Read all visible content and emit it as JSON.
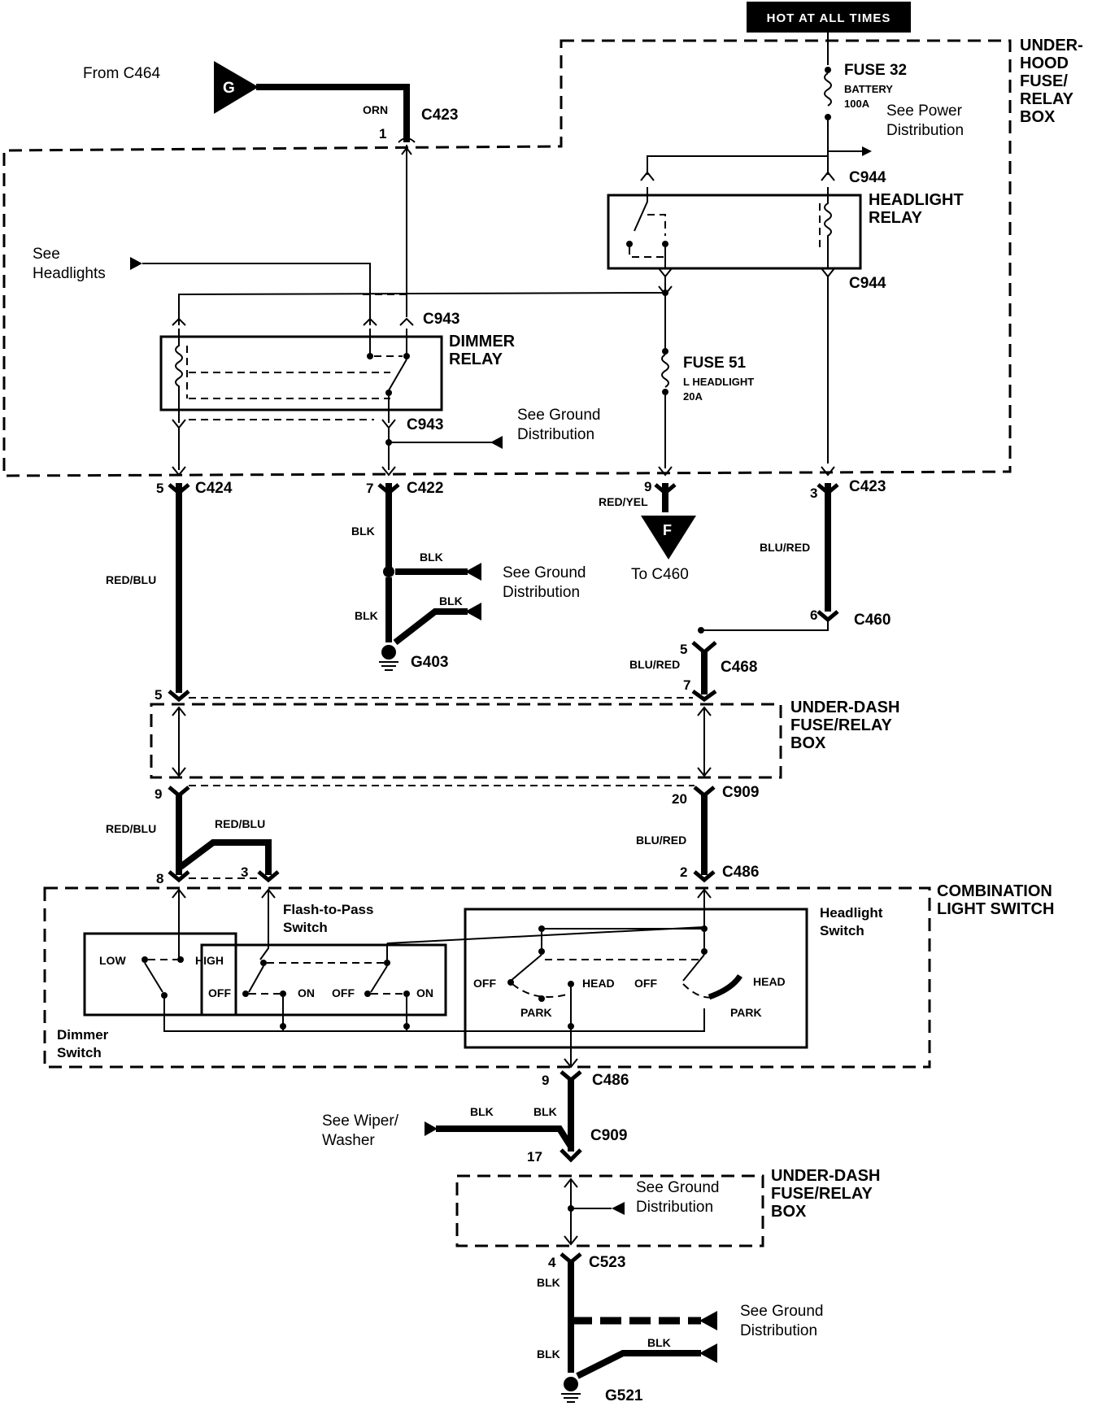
{
  "hot_label": "HOT AT ALL TIMES",
  "from_c464": "From C464",
  "connector_g": "G",
  "connector_f": "F",
  "to_c460": "To C460",
  "see_headlights": [
    "See",
    "Headlights"
  ],
  "see_power": [
    "See Power",
    "Distribution"
  ],
  "see_ground_1": [
    "See Ground",
    "Distribution"
  ],
  "see_ground_2": [
    "See Ground",
    "Distribution"
  ],
  "see_ground_3": [
    "See Ground",
    "Distribution"
  ],
  "see_ground_4": [
    "See Ground",
    "Distribution"
  ],
  "see_wiper": [
    "See Wiper/",
    "Washer"
  ],
  "boxes": {
    "underhood": [
      "UNDER-",
      "HOOD",
      "FUSE/",
      "RELAY",
      "BOX"
    ],
    "underdash1": [
      "UNDER-DASH",
      "FUSE/RELAY",
      "BOX"
    ],
    "underdash2": [
      "UNDER-DASH",
      "FUSE/RELAY",
      "BOX"
    ],
    "combination": [
      "COMBINATION",
      "LIGHT SWITCH"
    ]
  },
  "fuse32": {
    "name": "FUSE 32",
    "sub1": "BATTERY",
    "sub2": "100A"
  },
  "fuse51": {
    "name": "FUSE 51",
    "sub1": "L HEADLIGHT",
    "sub2": "20A"
  },
  "headlight_relay": [
    "HEADLIGHT",
    "RELAY"
  ],
  "dimmer_relay": [
    "DIMMER",
    "RELAY"
  ],
  "connectors": {
    "c423_top": "C423",
    "c944_top": "C944",
    "c944_bot": "C944",
    "c943_top": "C943",
    "c943_bot": "C943",
    "c424": "C424",
    "c422": "C422",
    "c423_right": "C423",
    "c460": "C460",
    "c468": "C468",
    "c909_top": "C909",
    "c486_top": "C486",
    "c486_bot": "C486",
    "c909_bot": "C909",
    "c523": "C523",
    "g403": "G403",
    "g521": "G521"
  },
  "pins": {
    "p1": "1",
    "p5a": "5",
    "p7": "7",
    "p9a": "9",
    "p3a": "3",
    "p6": "6",
    "p5b": "5",
    "p7b": "7",
    "p5c": "5",
    "p9b": "9",
    "p20": "20",
    "p8": "8",
    "p3b": "3",
    "p2": "2",
    "p9c": "9",
    "p17": "17",
    "p4": "4"
  },
  "wires": {
    "orn": "ORN",
    "red_blu_1": "RED/BLU",
    "blk_1": "BLK",
    "blk_2": "BLK",
    "blk_3": "BLK",
    "blk_4": "BLK",
    "red_yel": "RED/YEL",
    "blu_red_1": "BLU/RED",
    "blu_red_2": "BLU/RED",
    "red_blu_2": "RED/BLU",
    "red_blu_3": "RED/BLU",
    "blu_red_3": "BLU/RED",
    "blk_5": "BLK",
    "blk_6": "BLK",
    "blk_7": "BLK",
    "blk_8": "BLK",
    "blk_9": "BLK"
  },
  "switches": {
    "dimmer_title": [
      "Dimmer",
      "Switch"
    ],
    "low": "LOW",
    "high": "HIGH",
    "ftp_title": [
      "Flash-to-Pass",
      "Switch"
    ],
    "off1": "OFF",
    "on1": "ON",
    "off2": "OFF",
    "on2": "ON",
    "head_title": [
      "Headlight",
      "Switch"
    ],
    "off3": "OFF",
    "head1": "HEAD",
    "park1": "PARK",
    "off4": "OFF",
    "head2": "HEAD",
    "park2": "PARK"
  }
}
